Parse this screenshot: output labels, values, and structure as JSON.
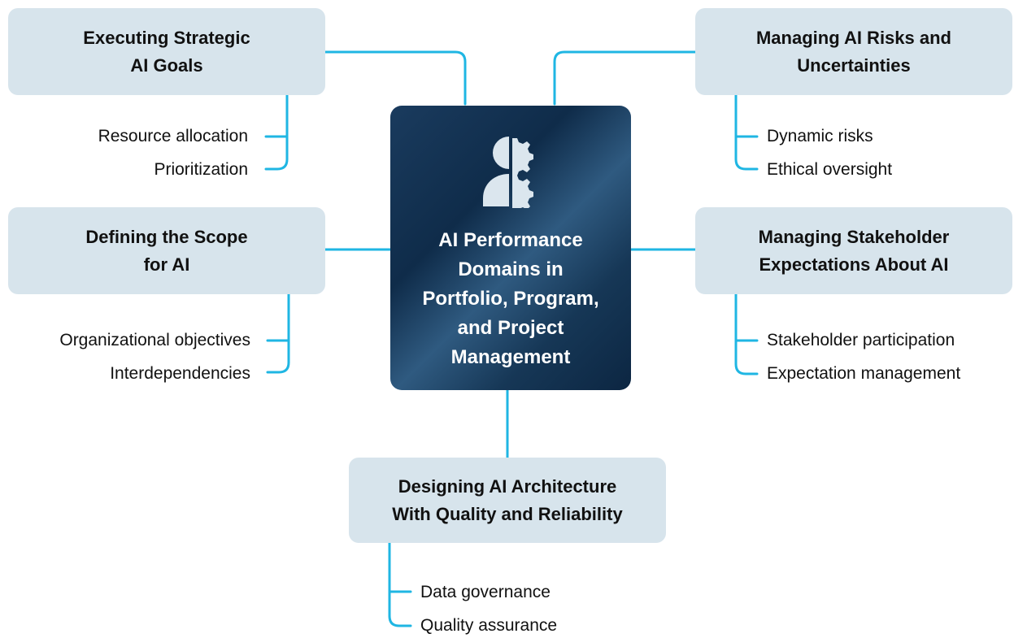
{
  "center": {
    "title": "AI Performance\nDomains in\nPortfolio, Program,\nand Project\nManagement",
    "icon": "person-gear-icon"
  },
  "domains": [
    {
      "title": "Executing Strategic\nAI Goals",
      "items": [
        "Resource allocation",
        "Prioritization"
      ]
    },
    {
      "title": "Managing AI Risks and\nUncertainties",
      "items": [
        "Dynamic risks",
        "Ethical oversight"
      ]
    },
    {
      "title": "Defining the Scope\nfor AI",
      "items": [
        "Organizational objectives",
        "Interdependencies"
      ]
    },
    {
      "title": "Managing Stakeholder\nExpectations About AI",
      "items": [
        "Stakeholder participation",
        "Expectation management"
      ]
    },
    {
      "title": "Designing AI Architecture\nWith Quality and Reliability",
      "items": [
        "Data governance",
        "Quality assurance"
      ]
    }
  ],
  "colors": {
    "connector": "#1fb6e3",
    "domain_box": "#d7e4ec",
    "center_card": "#0f2c4a",
    "center_text": "#ffffff"
  }
}
